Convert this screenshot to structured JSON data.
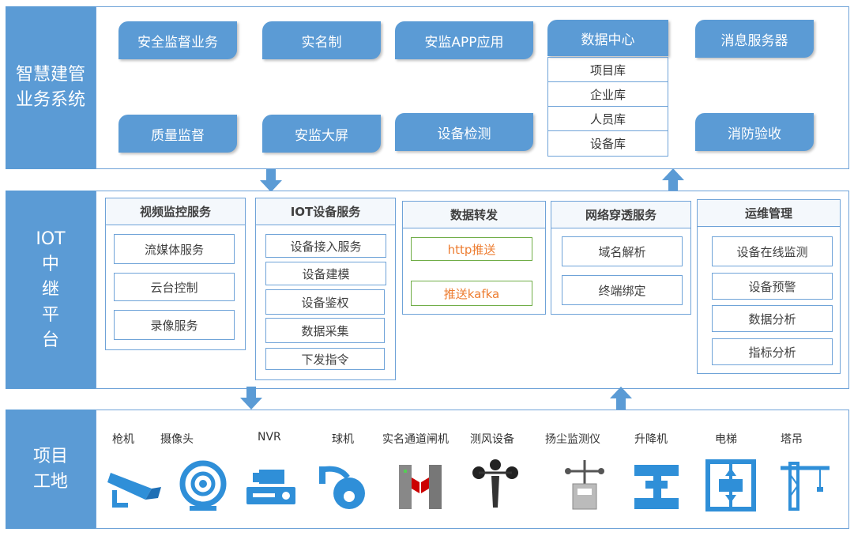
{
  "bands": {
    "top_label": "智慧建管\n业务系统",
    "mid_label": "IOT\n中\n继\n平\n台",
    "bottom_label": "项目\n工地"
  },
  "business": {
    "tabs": [
      "安全监督业务",
      "实名制",
      "安监APP应用",
      "数据中心",
      "消息服务器",
      "质量监督",
      "安监大屏",
      "设备检测",
      "消防验收"
    ],
    "data_center_items": [
      "项目库",
      "企业库",
      "人员库",
      "设备库"
    ]
  },
  "iot": {
    "video": {
      "title": "视频监控服务",
      "items": [
        "流媒体服务",
        "云台控制",
        "录像服务"
      ]
    },
    "device": {
      "title": "IOT设备服务",
      "items": [
        "设备接入服务",
        "设备建模",
        "设备鉴权",
        "数据采集",
        "下发指令"
      ]
    },
    "forward": {
      "title": "数据转发",
      "items": [
        "http推送",
        "推送kafka"
      ]
    },
    "network": {
      "title": "网络穿透服务",
      "items": [
        "域名解析",
        "终端绑定"
      ]
    },
    "ops": {
      "title": "运维管理",
      "items": [
        "设备在线监测",
        "设备预警",
        "数据分析",
        "指标分析"
      ]
    }
  },
  "devices": [
    "枪机",
    "摄像头",
    "NVR",
    "球机",
    "实名通道闸机",
    "测风设备",
    "扬尘监测仪",
    "升降机",
    "电梯",
    "塔吊"
  ],
  "colors": {
    "primary": "#5b9bd5",
    "border": "#6fa3d8",
    "highlight_text": "#ed7d31",
    "highlight_border": "#70ad47"
  },
  "icons": [
    "gun-camera-icon",
    "webcam-icon",
    "nvr-icon",
    "dome-camera-icon",
    "turnstile-icon",
    "anemometer-icon",
    "dust-monitor-icon",
    "lift-icon",
    "elevator-icon",
    "tower-crane-icon"
  ]
}
